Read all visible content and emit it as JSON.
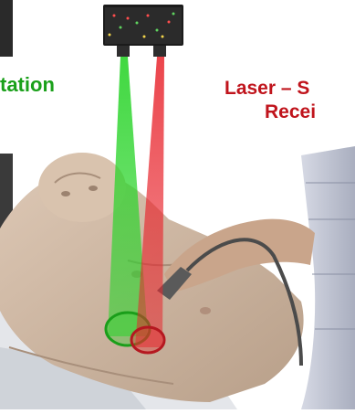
{
  "labels": {
    "left_fragment": "tation",
    "right_line1": "Laser – S",
    "right_line2": "Recei"
  },
  "colors": {
    "left_label": "#1aa01a",
    "right_label": "#c0141c",
    "green_beam": "#2bd42b",
    "red_beam": "#e8242c",
    "device_body": "#1b1b1b"
  },
  "icons": {
    "device": "laser-scanner-device-icon",
    "mannequin": "patient-mannequin-image",
    "probe": "ultrasound-probe-image"
  }
}
